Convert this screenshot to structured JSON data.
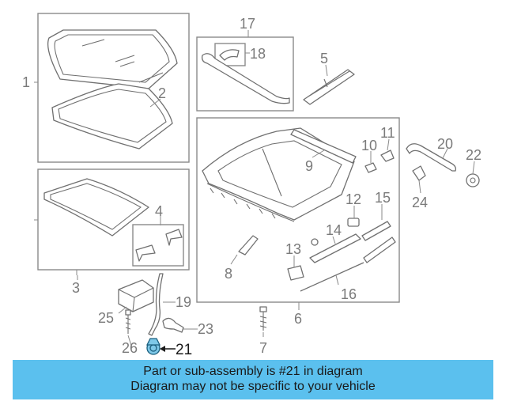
{
  "callouts": {
    "c1": "1",
    "c2": "2",
    "c3": "3",
    "c4": "4",
    "c5": "5",
    "c6": "6",
    "c7": "7",
    "c8": "8",
    "c9": "9",
    "c10": "10",
    "c11": "11",
    "c12": "12",
    "c13": "13",
    "c14": "14",
    "c15": "15",
    "c16": "16",
    "c17": "17",
    "c18": "18",
    "c19": "19",
    "c20": "20",
    "c21": "21",
    "c22": "22",
    "c23": "23",
    "c24": "24",
    "c25": "25",
    "c26": "26"
  },
  "highlight": {
    "part": "21",
    "color": "#7ec8e8"
  },
  "banner": {
    "line1": "Part or sub-assembly is #21 in diagram",
    "line2": "Diagram may not be specific to your vehicle",
    "background": "#5bc0ee"
  }
}
